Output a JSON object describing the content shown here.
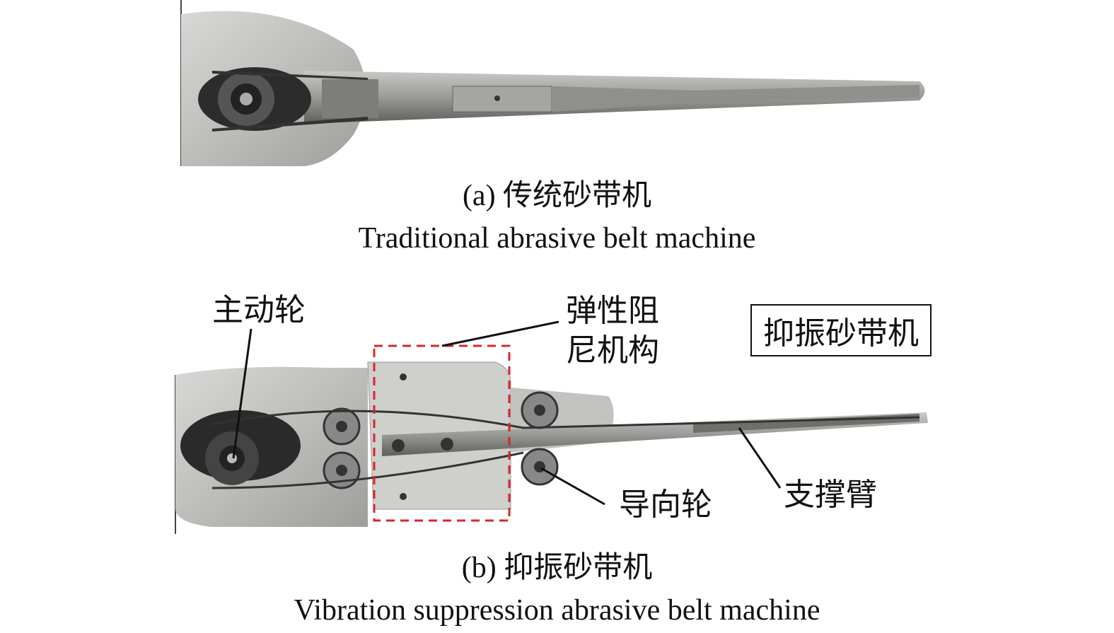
{
  "figure_a": {
    "caption_cn": "(a) 传统砂带机",
    "caption_en": "Traditional abrasive belt machine"
  },
  "figure_b": {
    "caption_cn": "(b) 抑振砂带机",
    "caption_en": "Vibration suppression abrasive belt machine",
    "labels": {
      "drive_wheel": "主动轮",
      "damping_line1": "弹性阻",
      "damping_line2": "尼机构",
      "guide_wheel": "导向轮",
      "support_arm": "支撑臂",
      "machine_box": "抑振砂带机"
    }
  },
  "colors": {
    "highlight_box": "#d62828"
  }
}
